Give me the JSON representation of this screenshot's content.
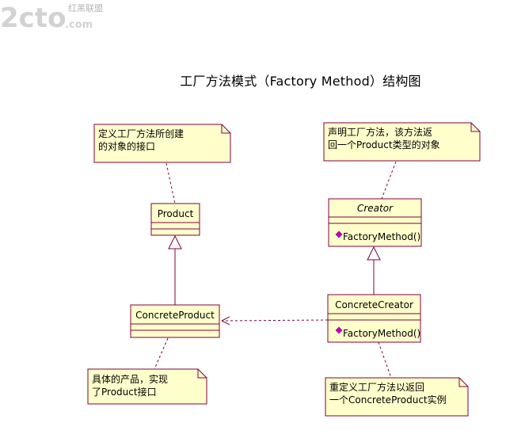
{
  "title": "工厂方法模式（Factory Method）结构图",
  "notes": {
    "product": [
      "定义工厂方法所创建",
      "的对象的接口"
    ],
    "creator": [
      "声明工厂方法，该方法返",
      "回一个Product类型的对象"
    ],
    "concrete_product": [
      "具体的产品，实现",
      "了Product接口"
    ],
    "concrete_creator": [
      "重定义工厂方法以返回",
      "一个ConcreteProduct实例"
    ]
  },
  "classes": {
    "product": {
      "name": "Product"
    },
    "creator": {
      "name": "Creator",
      "method": "FactoryMethod()"
    },
    "concrete_product": {
      "name": "ConcreteProduct"
    },
    "concrete_creator": {
      "name": "ConcreteCreator",
      "method": "FactoryMethod()"
    }
  },
  "watermark": {
    "logo": "2cto",
    "suffix": ".com",
    "label": "红黑联盟"
  },
  "colors": {
    "note_fill": "#ffffcc",
    "class_fill": "#ffffcc",
    "line": "#800040",
    "method_icon": "#c000c0",
    "watermark": "#d2d2d2"
  }
}
